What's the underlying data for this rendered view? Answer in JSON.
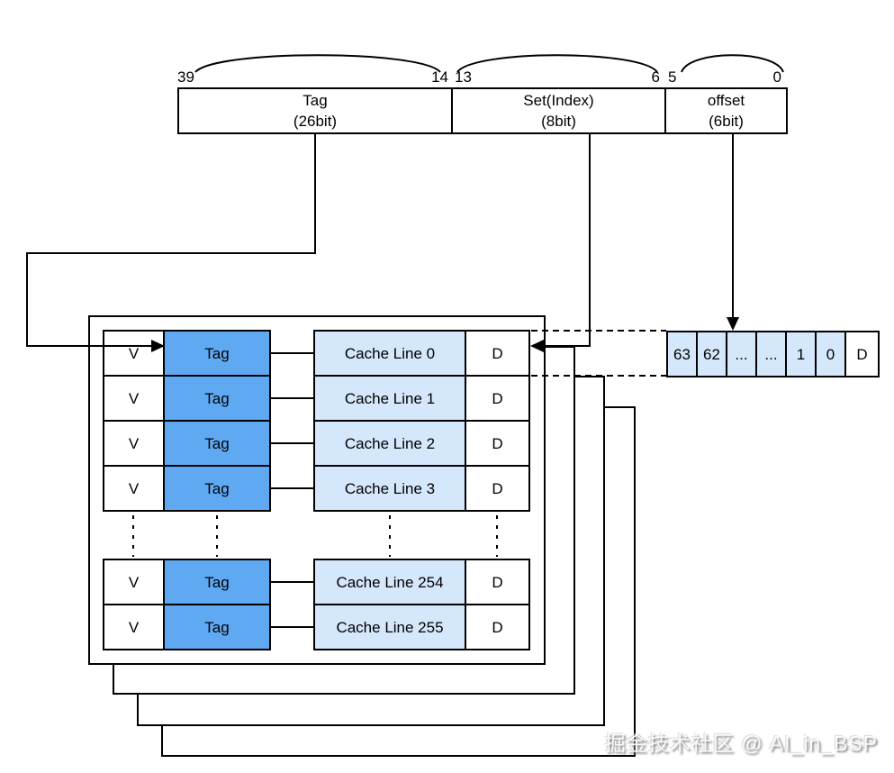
{
  "colors": {
    "field_blue": "#5FA9F3",
    "cell_light_blue": "#D5E7FA",
    "line_black": "#000000"
  },
  "address_bar": {
    "fields": [
      {
        "label": "Tag",
        "sub_label": "(26bit)",
        "high_bit": "39",
        "low_bit": "14"
      },
      {
        "label": "Set(Index)",
        "sub_label": "(8bit)",
        "high_bit": "13",
        "low_bit": "6"
      },
      {
        "label": "offset",
        "sub_label": "(6bit)",
        "high_bit": "5",
        "low_bit": "0"
      }
    ]
  },
  "cache_table": {
    "rows": [
      {
        "valid": "V",
        "tag": "Tag",
        "line": "Cache Line 0",
        "dirty": "D"
      },
      {
        "valid": "V",
        "tag": "Tag",
        "line": "Cache Line 1",
        "dirty": "D"
      },
      {
        "valid": "V",
        "tag": "Tag",
        "line": "Cache Line 2",
        "dirty": "D"
      },
      {
        "valid": "V",
        "tag": "Tag",
        "line": "Cache Line 3",
        "dirty": "D"
      },
      {
        "valid": "V",
        "tag": "Tag",
        "line": "Cache Line 254",
        "dirty": "D"
      },
      {
        "valid": "V",
        "tag": "Tag",
        "line": "Cache Line 255",
        "dirty": "D"
      }
    ]
  },
  "cache_line_detail": {
    "byte_cells": [
      "63",
      "62",
      "...",
      "...",
      "1",
      "0"
    ],
    "dirty": "D"
  },
  "watermark": "掘金技术社区 @ AI_in_BSP"
}
